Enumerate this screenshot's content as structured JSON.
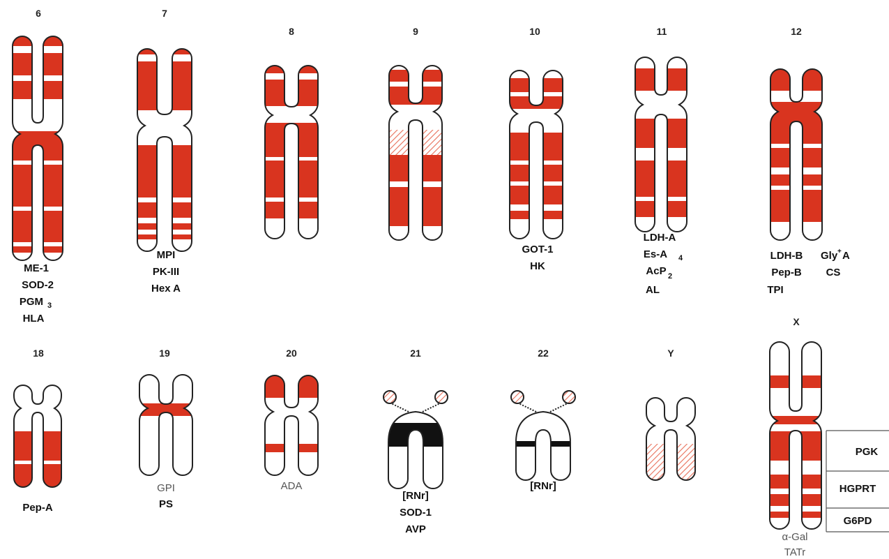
{
  "chromosomes": {
    "c6": {
      "number": "6",
      "genes": [
        "ME-1",
        "SOD-2",
        "PGM",
        "HLA"
      ],
      "pgm_subscript": "3"
    },
    "c7": {
      "number": "7",
      "genes": [
        "MPI",
        "PK-III",
        "Hex A"
      ]
    },
    "c8": {
      "number": "8",
      "genes": []
    },
    "c9": {
      "number": "9",
      "genes": []
    },
    "c10": {
      "number": "10",
      "genes": [
        "GOT-1",
        "HK"
      ]
    },
    "c11": {
      "number": "11",
      "genes": [
        "LDH-A",
        "Es-A",
        "AcP",
        "AL"
      ],
      "esa_subscript": "4",
      "acp_subscript": "2"
    },
    "c12": {
      "number": "12",
      "genes": [
        "LDH-B",
        "Pep-B",
        "TPI",
        "Gly",
        "A",
        "CS"
      ],
      "gly_superscript": "+"
    },
    "c18": {
      "number": "18",
      "genes": [
        "Pep-A"
      ]
    },
    "c19": {
      "number": "19",
      "genes": [
        "GPI",
        "PS"
      ]
    },
    "c20": {
      "number": "20",
      "genes": [
        "ADA"
      ]
    },
    "c21": {
      "number": "21",
      "genes": [
        "[RNr]",
        "SOD-1",
        "AVP"
      ]
    },
    "c22": {
      "number": "22",
      "genes": [
        "[RNr]"
      ]
    },
    "cY": {
      "number": "Y",
      "genes": []
    },
    "cX": {
      "number": "X",
      "genes": [
        "α-Gal",
        "TATr"
      ],
      "regions": [
        "PGK",
        "HGPRT",
        "G6PD"
      ]
    }
  },
  "colors": {
    "band": "#d9341f",
    "hatch": "#e8705a",
    "outline": "#222222",
    "dark_band": "#111111"
  }
}
